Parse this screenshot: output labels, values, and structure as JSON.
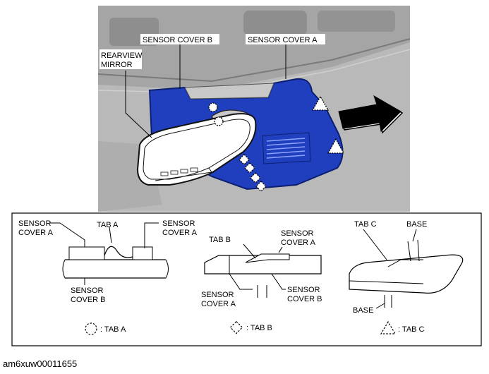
{
  "photo": {
    "labels": {
      "sensor_cover_b": "SENSOR COVER B",
      "sensor_cover_a": "SENSOR COVER A",
      "rearview_mirror_1": "REARVIEW",
      "rearview_mirror_2": "MIRROR"
    },
    "colors": {
      "cover": "#1f3fbf",
      "background": "#b4b4b4",
      "headliner": "#9a9a9a"
    }
  },
  "details": {
    "tab_a": {
      "left_1": "SENSOR",
      "left_2": "COVER A",
      "tab": "TAB A",
      "right_1": "SENSOR",
      "right_2": "COVER A",
      "bottom_1": "SENSOR",
      "bottom_2": "COVER B"
    },
    "tab_b": {
      "tab": "TAB B",
      "top_1": "SENSOR",
      "top_2": "COVER A",
      "right_1": "SENSOR",
      "right_2": "COVER B",
      "bottom_1": "SENSOR",
      "bottom_2": "COVER A"
    },
    "tab_c": {
      "tab": "TAB C",
      "base_top": "BASE",
      "base_bottom": "BASE"
    }
  },
  "legend": {
    "tab_a": ": TAB A",
    "tab_b": ": TAB B",
    "tab_c": ": TAB C"
  },
  "document_id": "am6xuw00011655"
}
